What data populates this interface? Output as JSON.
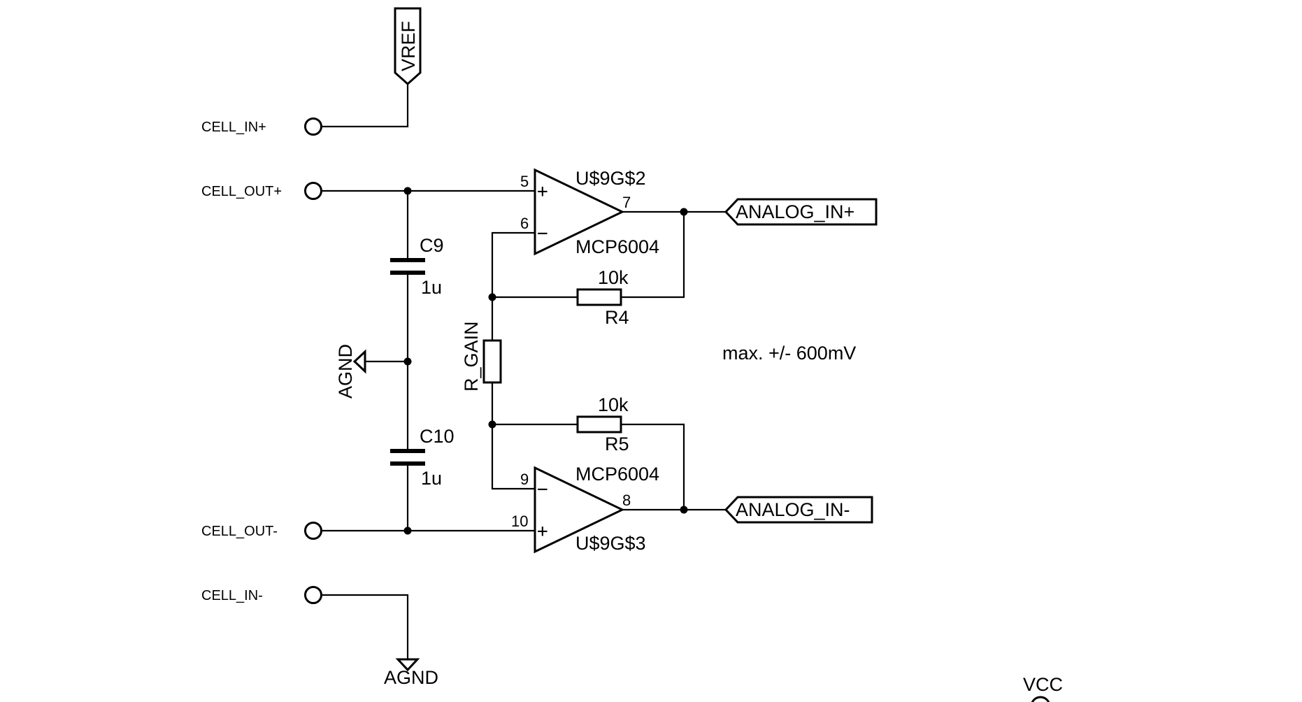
{
  "connectors": {
    "cell_in_plus": "CELL_IN+",
    "cell_out_plus": "CELL_OUT+",
    "cell_out_minus": "CELL_OUT-",
    "cell_in_minus": "CELL_IN-"
  },
  "net_labels": {
    "vref": "VREF",
    "analog_in_plus": "ANALOG_IN+",
    "analog_in_minus": "ANALOG_IN-",
    "agnd_mid": "AGND",
    "agnd_bottom": "AGND",
    "vcc": "VCC"
  },
  "capacitors": {
    "c9": {
      "name": "C9",
      "value": "1u"
    },
    "c10": {
      "name": "C10",
      "value": "1u"
    }
  },
  "resistors": {
    "r4": {
      "name": "R4",
      "value": "10k"
    },
    "r5": {
      "name": "R5",
      "value": "10k"
    },
    "r_gain": {
      "name": "R_GAIN"
    }
  },
  "opamps": {
    "upper": {
      "ref": "U$9G$2",
      "part": "MCP6004",
      "pin_plus": "5",
      "pin_minus": "6",
      "pin_out": "7",
      "plus_sign": "+",
      "minus_sign": "−"
    },
    "lower": {
      "ref": "U$9G$3",
      "part": "MCP6004",
      "pin_plus": "10",
      "pin_minus": "9",
      "pin_out": "8",
      "plus_sign": "+",
      "minus_sign": "−"
    }
  },
  "note": "max. +/- 600mV"
}
